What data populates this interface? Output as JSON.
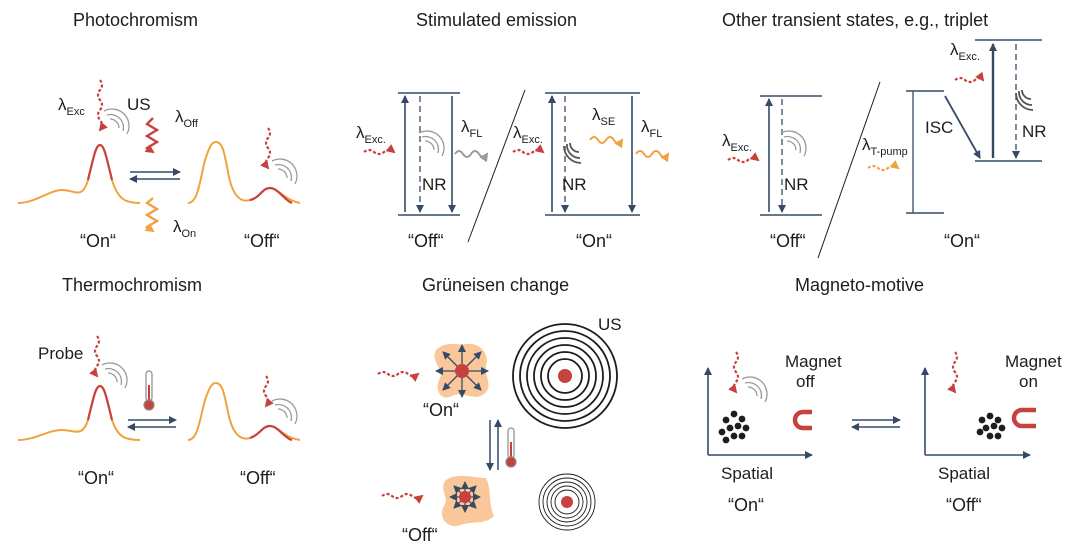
{
  "colors": {
    "red": "#c7423f",
    "orange": "#f0a23e",
    "peach": "#f9c79a",
    "navy": "#354a66",
    "gray": "#9a9a9a",
    "dark": "#1d1d1b"
  },
  "panels": {
    "photochromism": {
      "title": "Photochromism",
      "lambda": "λ",
      "exc_sub": "Exc",
      "us": "US",
      "off_sub": "Off",
      "on_sub": "On",
      "on_label": "“On“",
      "off_label": "“Off“"
    },
    "stimulated_emission": {
      "title": "Stimulated emission",
      "lambda": "λ",
      "exc_sub": "Exc.",
      "fl_sub": "FL",
      "se_sub": "SE",
      "nr": "NR",
      "off_label": "“Off“",
      "on_label": "“On“"
    },
    "transient": {
      "title": "Other transient states, e.g., triplet",
      "lambda": "λ",
      "exc_sub": "Exc.",
      "tpump_sub": "T-pump",
      "isc": "ISC",
      "nr": "NR",
      "off_label": "“Off“",
      "on_label": "“On“"
    },
    "thermochromism": {
      "title": "Thermochromism",
      "probe": "Probe",
      "on_label": "“On“",
      "off_label": "“Off“"
    },
    "grueneisen": {
      "title": "Grüneisen change",
      "us": "US",
      "on_label": "“On“",
      "off_label": "“Off“"
    },
    "magneto": {
      "title": "Magneto-motive",
      "magnet_off_1": "Magnet",
      "magnet_off_2": "off",
      "magnet_on_1": "Magnet",
      "magnet_on_2": "on",
      "spatial": "Spatial",
      "on_label": "“On“",
      "off_label": "“Off“"
    }
  }
}
